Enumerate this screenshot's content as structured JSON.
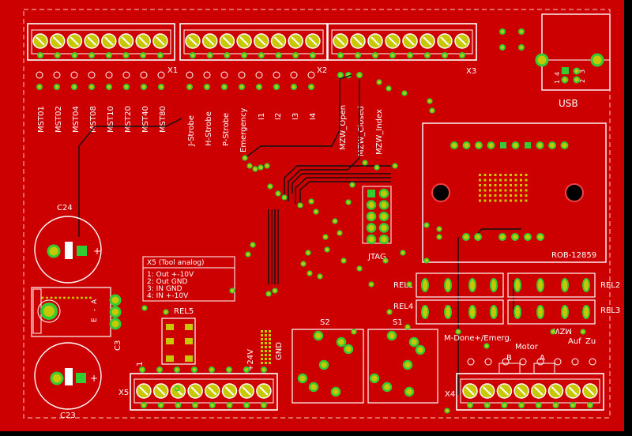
{
  "colors": {
    "background": "#000000",
    "copper": "#cc0000",
    "silk": "#ffffff",
    "pad": "#c8c800",
    "via": "#33cc33",
    "trace": "#111111"
  },
  "connectors": {
    "x1": "X1",
    "x2": "X2",
    "x3": "X3",
    "x4": "X4",
    "x5": "X5"
  },
  "x1_pins": [
    "MST01",
    "MST02",
    "MST04",
    "MST08",
    "MST10",
    "MST20",
    "MST40",
    "MST80"
  ],
  "x2_pins": [
    "J-Strobe",
    "H-Strobe",
    "P-Strobe",
    "Emergency",
    "I1",
    "I2",
    "I3",
    "I4"
  ],
  "x3_pins": [
    "MZW_Open",
    "MZW_Closed",
    "MZW_Index"
  ],
  "usb": {
    "label": "USB",
    "pin_numbers": [
      "4",
      "3",
      "1",
      "2"
    ]
  },
  "capacitors": [
    "C24",
    "C23",
    "C3"
  ],
  "polarity": {
    "plus": "+",
    "minus": "-"
  },
  "regulator_pins": [
    "E",
    "A"
  ],
  "tool_analog": {
    "title": "X5 (Tool analog)",
    "lines": [
      "1: Out +-10V",
      "2: Out GND",
      "3: IN GND",
      "4: IN +-10V"
    ]
  },
  "relays": [
    "REL1",
    "REL2",
    "REL3",
    "REL4",
    "REL5"
  ],
  "jtag": "JTAG",
  "module": "ROB-12859",
  "switches": [
    "S2",
    "S1"
  ],
  "power_labels": [
    "+24V",
    "GND"
  ],
  "x5_pin1": "1",
  "x4_labels": {
    "status": "M-Done+/Emerg.",
    "motor": "Motor",
    "mzw": "MZW",
    "auf": "Auf",
    "zu": "Zu",
    "coil_a": "B",
    "coil_b": "A"
  }
}
